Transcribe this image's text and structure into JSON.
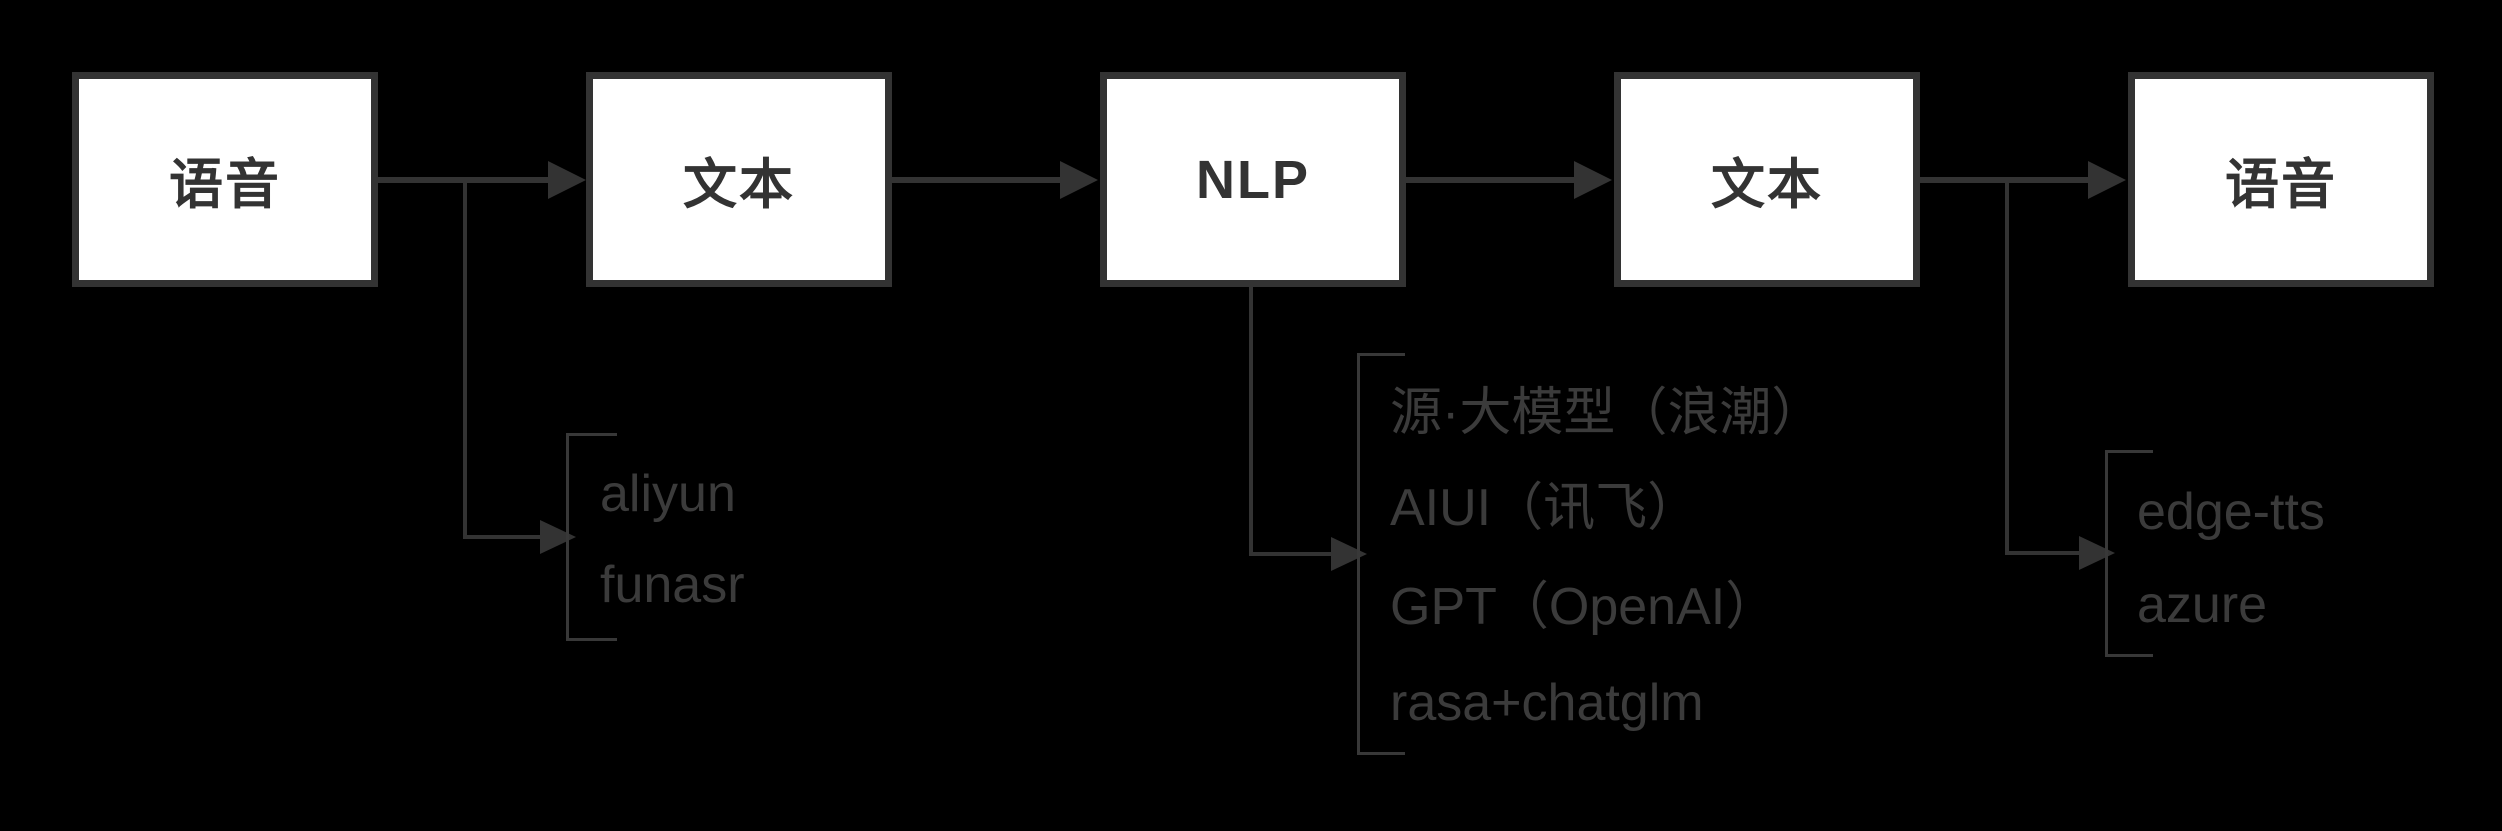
{
  "diagram": {
    "title": "voice-dialog-pipeline-flow",
    "colors": {
      "background": "#000000",
      "node_fill": "#ffffff",
      "stroke": "#333333",
      "label_text": "#3b3b3b"
    },
    "nodes": [
      {
        "label": "语音"
      },
      {
        "label": "文本"
      },
      {
        "label": "NLP"
      },
      {
        "label": "文本"
      },
      {
        "label": "语音"
      }
    ],
    "branches": {
      "asr": {
        "items": [
          "aliyun",
          "funasr"
        ]
      },
      "nlp": {
        "items": [
          "源·大模型（浪潮）",
          "AIUI（讯飞）",
          "GPT（OpenAI）",
          "rasa+chatglm"
        ]
      },
      "tts": {
        "items": [
          "edge-tts",
          "azure"
        ]
      }
    }
  }
}
